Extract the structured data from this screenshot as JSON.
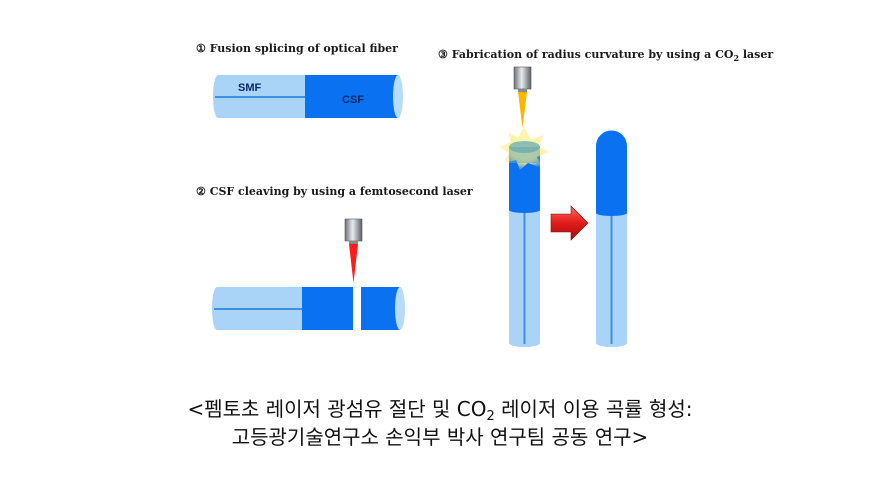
{
  "steps": {
    "step1": "① Fusion splicing of optical fiber",
    "step2": "② CSF cleaving by using a femtosecond laser",
    "step3_pre": "③ Fabrication of radius curvature by using a CO",
    "step3_sub": "2",
    "step3_post": " laser"
  },
  "fiber_labels": {
    "smf": "SMF",
    "csf": "CSF"
  },
  "caption": {
    "line1_pre": "<펨토초 레이저 광섬유 절단 및 CO",
    "line1_sub": "2",
    "line1_post": " 레이저 이용 곡률 형성:",
    "line2": "고등광기술연구소 손익부 박사 연구팀 공동 연구>"
  },
  "colors": {
    "smf": "#a9d3f7",
    "csf": "#0a72f0",
    "core": "#3d8fe0",
    "laser_fs": "#ff1b1b",
    "laser_co2": "#ffb400",
    "arrow": "#e01b1b"
  }
}
